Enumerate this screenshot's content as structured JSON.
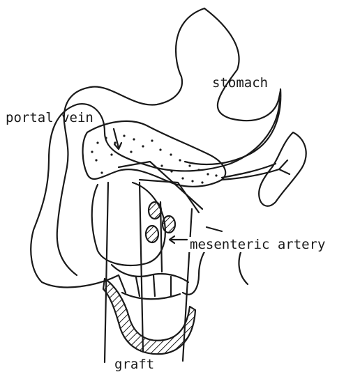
{
  "labels": {
    "stomach": "stomach",
    "portal_vein": "portal vein",
    "mesenteric_artery": "mesenteric artery",
    "graft": "graft"
  },
  "colors": {
    "ink": "#1a1a1a",
    "background": "#ffffff"
  }
}
